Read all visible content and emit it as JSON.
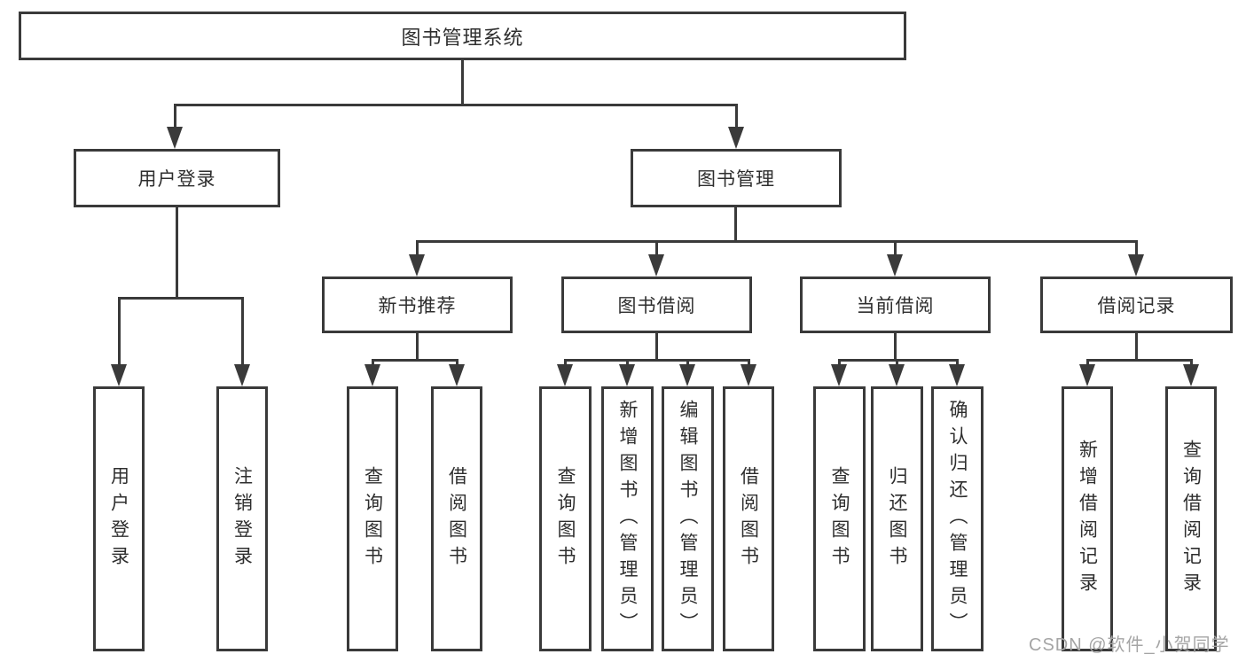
{
  "diagram": {
    "title": "图书管理系统",
    "root": {
      "label": "图书管理系统"
    },
    "branches": [
      {
        "label": "用户登录",
        "leaves": [
          "用户登录",
          "注销登录"
        ]
      },
      {
        "label": "图书管理",
        "groups": [
          {
            "label": "新书推荐",
            "leaves": [
              "查询图书",
              "借阅图书"
            ]
          },
          {
            "label": "图书借阅",
            "leaves": [
              "查询图书",
              "新增图书（管理员）",
              "编辑图书（管理员）",
              "借阅图书"
            ]
          },
          {
            "label": "当前借阅",
            "leaves": [
              "查询图书",
              "归还图书",
              "确认归还（管理员）"
            ]
          },
          {
            "label": "借阅记录",
            "leaves": [
              "新增借阅记录",
              "查询借阅记录"
            ]
          }
        ]
      }
    ]
  },
  "watermark": "CSDN @软件_小贺同学",
  "colors": {
    "line": "#3a3a3a",
    "text": "#2e2e2e",
    "background": "#ffffff",
    "watermark": "#a5a5a5"
  }
}
